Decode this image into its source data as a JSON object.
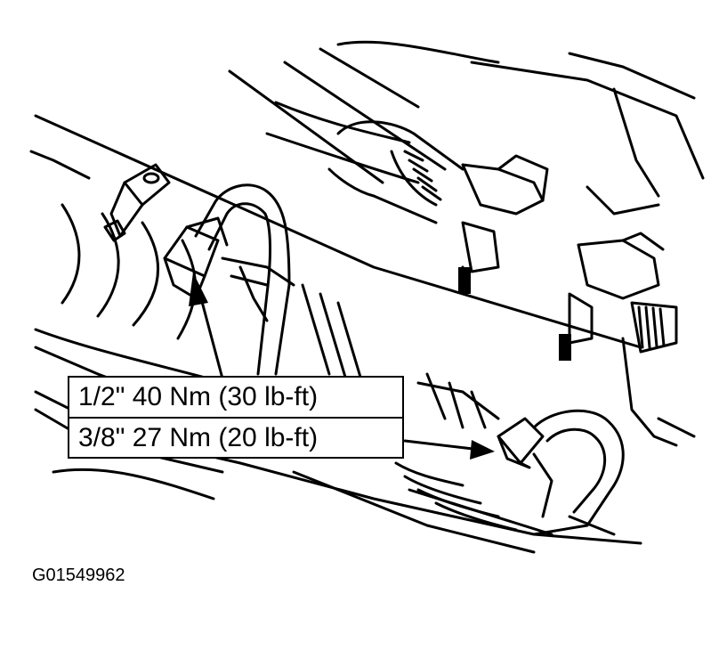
{
  "callouts": [
    {
      "text": "1/2\" 40 Nm (30 lb-ft)"
    },
    {
      "text": "3/8\" 27 Nm (20 lb-ft)"
    }
  ],
  "figure_id": "G01549962",
  "colors": {
    "line": "#000000",
    "background": "#ffffff"
  }
}
